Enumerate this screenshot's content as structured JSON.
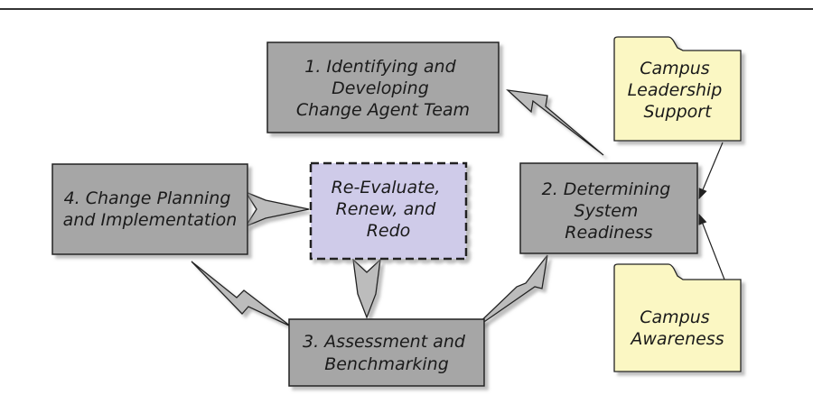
{
  "nodes": {
    "step1": {
      "lines": [
        "1. Identifying and",
        "Developing",
        "Change Agent Team"
      ]
    },
    "step2": {
      "lines": [
        "2. Determining",
        "System",
        "Readiness"
      ]
    },
    "step3": {
      "lines": [
        "3. Assessment and",
        "Benchmarking"
      ]
    },
    "step4": {
      "lines": [
        "4. Change Planning",
        "and Implementation"
      ]
    },
    "center": {
      "lines": [
        "Re-Evaluate,",
        "Renew, and",
        "Redo"
      ]
    },
    "folder_leadership": {
      "lines": [
        "Campus",
        "Leadership",
        "Support"
      ]
    },
    "folder_awareness": {
      "lines": [
        "Campus",
        "Awareness"
      ]
    }
  },
  "colors": {
    "step_fill": "#a6a6a6",
    "center_fill": "#cfcbe9",
    "folder_fill": "#fbf7c3",
    "arrow_fill": "#bcbcbc",
    "border": "#222222"
  }
}
